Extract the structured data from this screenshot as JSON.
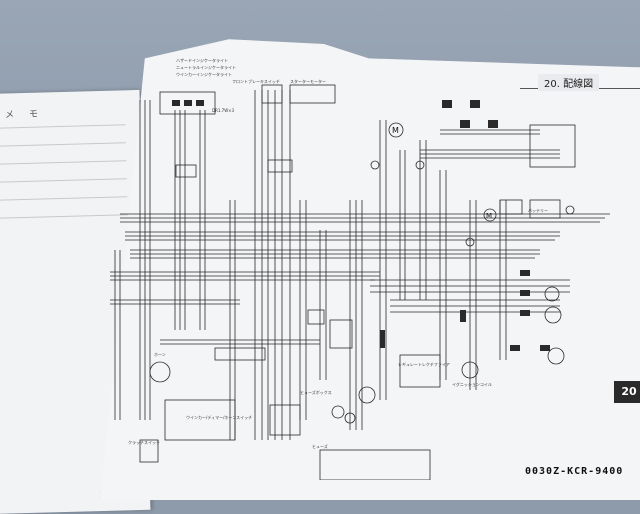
{
  "left_page": {
    "memo_label": "メ モ"
  },
  "main_page": {
    "section_title": "20. 配線図",
    "section_tab": "20",
    "part_number": "0030Z-KCR-9400",
    "labels": {
      "top_left_1": "ハザードインジケータライト",
      "top_left_2": "ニュートラルインジケータライト",
      "top_left_3": "ウインカーインジケータライト",
      "meter": "DR1.7W×3",
      "top_mid_1": "フロントブレーキスイッチ",
      "top_mid_2": "スターターモーター",
      "left_side": "ホーン",
      "mid_bottom": "ウインカー/ディマー/ホーンスイッチ",
      "bottom_left": "クラッチスイッチ",
      "fuse": "ヒューズボックス",
      "right_mid": "レギュレートレクチファイア",
      "right_low": "イグニッションコイル",
      "right_top": "バッテリー",
      "bottom_mid": "ヒューズ"
    }
  }
}
